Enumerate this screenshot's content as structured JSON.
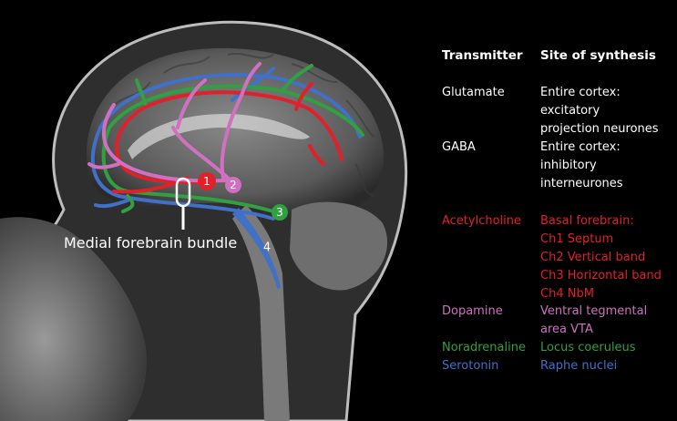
{
  "header": {
    "transmitter": "Transmitter",
    "site": "Site of synthesis"
  },
  "rows": [
    {
      "transmitter": "Glutamate",
      "site": "Entire cortex:\nexcitatory\nprojection neurones",
      "color": "#ffffff"
    },
    {
      "transmitter": "GABA",
      "site": "Entire cortex:\ninhibitory\ninterneurones",
      "color": "#ffffff"
    },
    {
      "transmitter": "Acetylcholine",
      "site": "Basal forebrain:\nCh1 Septum\nCh2 Vertical band\nCh3 Horizontal band\nCh4 NbM",
      "color": "#e0202a"
    },
    {
      "transmitter": "Dopamine",
      "site": "Ventral tegmental\narea VTA",
      "color": "#d070c0"
    },
    {
      "transmitter": "Noradrenaline",
      "site": "Locus coeruleus",
      "color": "#30a040"
    },
    {
      "transmitter": "Serotonin",
      "site": "Raphe nuclei",
      "color": "#4070c8"
    }
  ],
  "diagram": {
    "bundle_label": "Medial forebrain bundle",
    "nuclei": [
      {
        "label": "1",
        "color": "#e0202a"
      },
      {
        "label": "2",
        "color": "#d070c0"
      },
      {
        "label": "3",
        "color": "#30a040"
      },
      {
        "label": "4",
        "color": "#4070c8"
      }
    ]
  }
}
